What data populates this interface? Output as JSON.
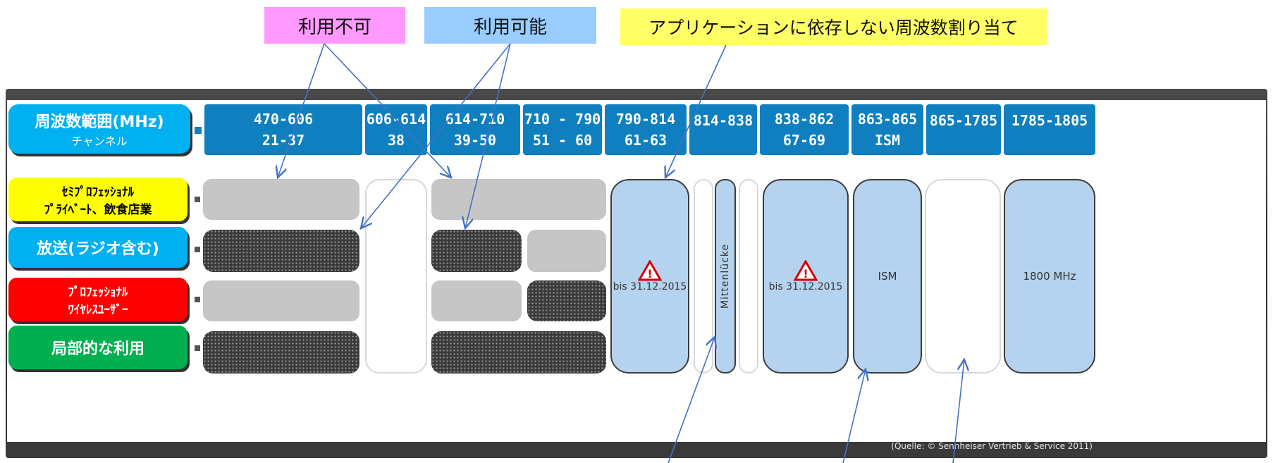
{
  "legend": {
    "unavailable": "利用不可",
    "available": "利用可能",
    "app_independent": "アプリケーションに依存しない周波数割り当て"
  },
  "header": {
    "range_label": "周波数範囲(MHz)",
    "channel_label": "チャンネル",
    "columns": [
      {
        "range": "470-606",
        "channel": "21-37"
      },
      {
        "range": "606-614",
        "channel": "38"
      },
      {
        "range": "614-710",
        "channel": "39-50"
      },
      {
        "range": "710 - 790",
        "channel": "51 - 60"
      },
      {
        "range": "790-814",
        "channel": "61-63"
      },
      {
        "range": "814-838",
        "channel": ""
      },
      {
        "range": "838-862",
        "channel": "67-69"
      },
      {
        "range": "863-865",
        "channel": "ISM"
      },
      {
        "range": "865-1785",
        "channel": ""
      },
      {
        "range": "1785-1805",
        "channel": ""
      }
    ]
  },
  "rows": [
    {
      "line1": "ｾﾐﾌﾟﾛﾌｪｯｼｮﾅﾙ",
      "line2": "ﾌﾟﾗｲﾍﾞｰﾄ、飲食店業"
    },
    {
      "line1": "放送(ラジオ含む)",
      "line2": ""
    },
    {
      "line1": "ﾌﾟﾛﾌｪｯｼｮﾅﾙ",
      "line2": "ﾜｲﾔﾚｽﾕｰｻﾞｰ"
    },
    {
      "line1": "局部的な利用",
      "line2": ""
    }
  ],
  "blocks": {
    "b790": "bis 31.12.2015",
    "mitten": "Mittenlücke",
    "b838": "bis 31.12.2015",
    "ism": "ISM",
    "mhz1800": "1800 MHz"
  },
  "source": "(Quelle: © Sennheiser Vertrieb & Service 2011)",
  "colors": {
    "unavailable": "#ff99ff",
    "available": "#99ccff",
    "app_independent": "#ffff66",
    "header_blue": "#0f7fc0",
    "row_semi": "#ffff00",
    "row_broadcast": "#00b0f0",
    "row_pro": "#ff0000",
    "row_local": "#00b050"
  }
}
